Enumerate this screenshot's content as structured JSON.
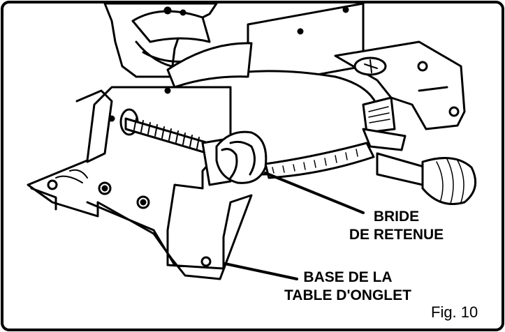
{
  "labels": {
    "clamp_line1": "BRIDE",
    "clamp_line2": "DE RETENUE",
    "base_line1": "BASE DE LA",
    "base_line2": "TABLE D'ONGLET"
  },
  "figure_label": "Fig. 10"
}
